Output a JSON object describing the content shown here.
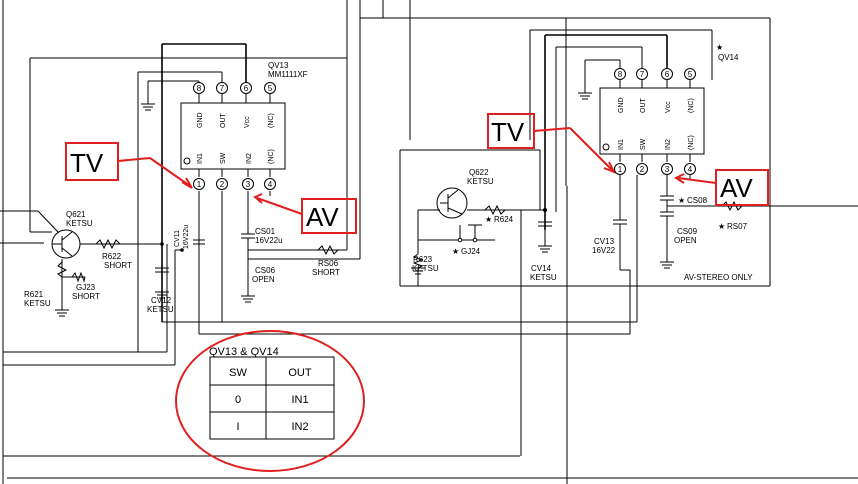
{
  "colors": {
    "annotation_red": "#e02020",
    "wire": "#000000"
  },
  "left_ic": {
    "ref": "QV13",
    "part": "MM1111XF",
    "top_pins": [
      "8",
      "7",
      "6",
      "5"
    ],
    "top_labels": [
      "GND",
      "OUT",
      "Vcc",
      "(NC)"
    ],
    "bottom_pins": [
      "1",
      "2",
      "3",
      "4"
    ],
    "bottom_labels": [
      "IN1",
      "SW",
      "IN2",
      "(NC)"
    ]
  },
  "right_ic": {
    "ref": "QV14",
    "top_pins": [
      "8",
      "7",
      "6",
      "5"
    ],
    "top_labels": [
      "GND",
      "OUT",
      "Vcc",
      "(NC)"
    ],
    "bottom_pins": [
      "1",
      "2",
      "3",
      "4"
    ],
    "bottom_labels": [
      "IN1",
      "SW",
      "IN2",
      "(NC)"
    ]
  },
  "components": {
    "q621": [
      "Q621",
      "KETSU"
    ],
    "r622": [
      "R622",
      "SHORT"
    ],
    "r621": [
      "R621",
      "KETSU"
    ],
    "gj23": [
      "GJ23",
      "SHORT"
    ],
    "cv11": [
      "CV11",
      "16V22u"
    ],
    "cv12": [
      "CV12",
      "KETSU"
    ],
    "cs01": [
      "CS01",
      "16V22u"
    ],
    "cs06": [
      "CS06",
      "OPEN"
    ],
    "rs06": [
      "RS06",
      "SHORT"
    ],
    "q622": [
      "Q622",
      "KETSU"
    ],
    "r624": "R624",
    "r623": [
      "R623",
      "KETSU"
    ],
    "gj24": "GJ24",
    "cv14": [
      "CV14",
      "KETSU"
    ],
    "cv13": [
      "CV13",
      "16V22"
    ],
    "cs08": "CS08",
    "cs09": [
      "CS09",
      "OPEN"
    ],
    "rs07": "RS07"
  },
  "region_label": "AV-STEREO ONLY",
  "annotations": {
    "tv_left": "TV",
    "av_left": "AV",
    "tv_right": "TV",
    "av_right": "AV"
  },
  "truth_table": {
    "title": "QV13 & QV14",
    "headers": [
      "SW",
      "OUT"
    ],
    "rows": [
      [
        "0",
        "IN1"
      ],
      [
        "I",
        "IN2"
      ]
    ]
  }
}
